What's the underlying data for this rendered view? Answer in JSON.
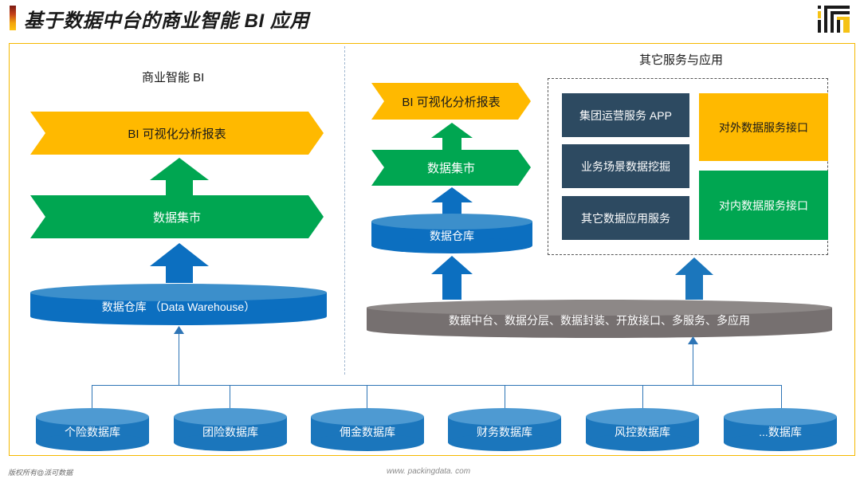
{
  "header": {
    "title": "基于数据中台的商业智能 BI 应用",
    "logo_name": "ifr-logo"
  },
  "sections": {
    "left_caption": "商业智能 BI",
    "right_caption": "其它服务与应用"
  },
  "left_stack": {
    "report": "BI 可视化分析报表",
    "mart": "数据集市",
    "warehouse": "数据仓库 （Data Warehouse）"
  },
  "middle_stack": {
    "report": "BI 可视化分析报表",
    "mart": "数据集市",
    "warehouse": "数据仓库"
  },
  "platform": {
    "label": "数据中台、数据分层、数据封装、开放接口、多服务、多应用"
  },
  "services": {
    "navy_cards": [
      "集团运营服务 APP",
      "业务场景数据挖掘",
      "其它数据应用服务"
    ],
    "external_api": "对外数据服务接口",
    "internal_api": "对内数据服务接口"
  },
  "databases": [
    "个险数据库",
    "团险数据库",
    "佣金数据库",
    "财务数据库",
    "风控数据库",
    "...数据库"
  ],
  "footer": {
    "copyright": "版权所有@派可数据",
    "site": "www. packingdata. com"
  },
  "colors": {
    "accent_yellow": "#FFB900",
    "green": "#00A651",
    "blue": "#0C6FC0",
    "navy": "#2D4A61",
    "grey": "#767070",
    "frame": "#F5B800",
    "connector": "#2E75B6"
  }
}
